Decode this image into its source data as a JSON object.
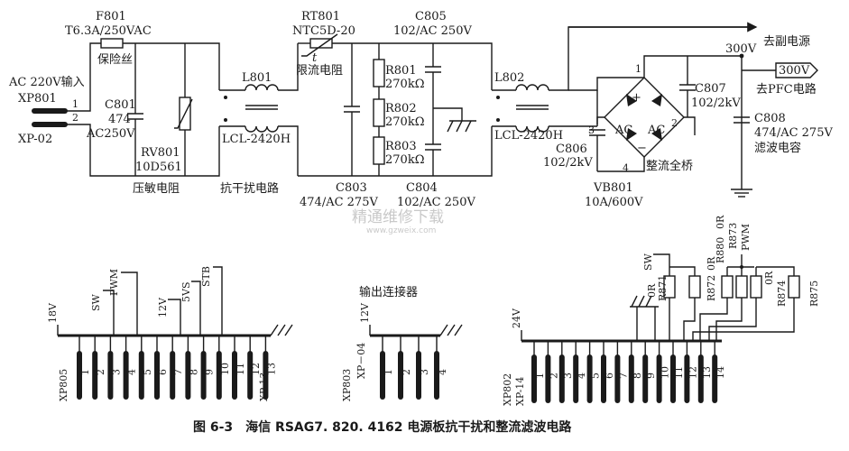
{
  "caption": "图 6-3　海信 RSAG7. 820. 4162 电源板抗干扰和整流滤波电路",
  "watermark": {
    "text": "精通维修下载",
    "url": "www.gzweix.com"
  },
  "input": {
    "ac_label": "AC 220V输入",
    "xp801": "XP801",
    "xp02": "XP-02",
    "pin1": "1",
    "pin2": "2"
  },
  "fuse": {
    "ref": "F801",
    "value": "T6.3A/250VAC",
    "name": "保险丝"
  },
  "c801": {
    "ref": "C801",
    "value": "474",
    "rating": "AC250V"
  },
  "rv801": {
    "ref": "RV801",
    "value": "10D561",
    "name": "压敏电阻"
  },
  "l801": {
    "ref": "L801",
    "part": "LCL-2420H",
    "name": "抗干扰电路"
  },
  "rt801": {
    "ref": "RT801",
    "value": "NTC5D-20",
    "t": "t",
    "name": "限流电阻"
  },
  "c805": {
    "ref": "C805",
    "value": "102/AC 250V"
  },
  "r801": {
    "ref": "R801",
    "value": "270kΩ"
  },
  "r802": {
    "ref": "R802",
    "value": "270kΩ"
  },
  "r803": {
    "ref": "R803",
    "value": "270kΩ"
  },
  "c803": {
    "ref": "C803",
    "value": "474/AC 275V"
  },
  "c804": {
    "ref": "C804",
    "value": "102/AC 250V"
  },
  "l802": {
    "ref": "L802",
    "part": "LCL-2420H"
  },
  "c806": {
    "ref": "C806",
    "value": "102/2kV"
  },
  "bridge": {
    "ac1": "AC",
    "ac2": "AC",
    "plus": "+",
    "minus": "−",
    "p1": "1",
    "p2": "2",
    "p3": "3",
    "p4": "4",
    "name": "整流全桥"
  },
  "vb801": {
    "ref": "VB801",
    "value": "10A/600V"
  },
  "c807": {
    "ref": "C807",
    "value": "102/2kV"
  },
  "c808": {
    "ref": "C808",
    "value": "474/AC 275V",
    "name": "滤波电容"
  },
  "out": {
    "v300a": "300V",
    "v300b": "300V",
    "sub_power": "去副电源",
    "pfc": "去PFC电路"
  },
  "xp805": {
    "ref": "XP805",
    "end": "XP-13",
    "pins": [
      "1",
      "2",
      "3",
      "4",
      "5",
      "6",
      "7",
      "8",
      "9",
      "10",
      "11",
      "12",
      "13"
    ],
    "v18": "18V",
    "sw": "SW",
    "pwm": "PWM",
    "v12": "12V",
    "v5s": "5VS",
    "stb": "STB"
  },
  "xp803": {
    "title": "输出连接器",
    "ref": "XP803",
    "end": "XP－04",
    "v12": "12V",
    "pins": [
      "1",
      "2",
      "3",
      "4"
    ]
  },
  "xp802": {
    "ref": "XP802",
    "end": "XP-14",
    "pins": [
      "1",
      "2",
      "3",
      "4",
      "5",
      "6",
      "7",
      "8",
      "9",
      "10",
      "11",
      "12",
      "13",
      "14"
    ],
    "v24": "24V",
    "sw": "SW",
    "pwm": "PWM",
    "r871": "R871",
    "r871v": "0R",
    "r872": "R872",
    "r872v": "0R",
    "r873": "R873",
    "r873v": "0R",
    "r874": "R874",
    "r874v": "0R",
    "r875": "R875",
    "r880": "R880"
  }
}
